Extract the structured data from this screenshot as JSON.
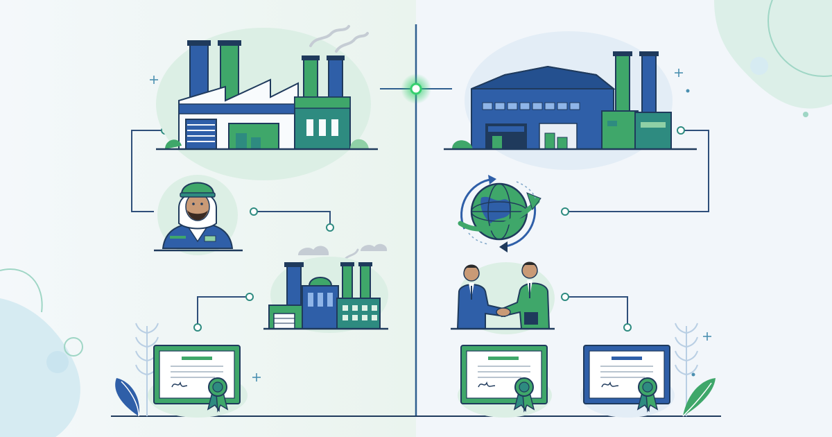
{
  "scene": {
    "left_panel": {
      "items": [
        {
          "id": "factory-large",
          "icon": "factory-icon"
        },
        {
          "id": "worker",
          "icon": "worker-avatar-icon"
        },
        {
          "id": "factory-small",
          "icon": "factory-icon"
        },
        {
          "id": "certificate",
          "icon": "certificate-icon"
        }
      ]
    },
    "right_panel": {
      "items": [
        {
          "id": "warehouse",
          "icon": "warehouse-icon"
        },
        {
          "id": "globe-cycle",
          "icon": "globe-cycle-icon"
        },
        {
          "id": "handshake",
          "icon": "handshake-icon"
        },
        {
          "id": "certificate-green",
          "icon": "certificate-icon"
        },
        {
          "id": "certificate-blue",
          "icon": "certificate-icon"
        }
      ]
    }
  },
  "colors": {
    "navy": "#1f3a5c",
    "blue": "#2f5fa8",
    "green": "#3fa76a",
    "teal": "#2e8b80",
    "light_green": "#dff2e6",
    "mint": "#e8f5ef",
    "line": "#2f4f7a",
    "glow": "#36d06f"
  }
}
